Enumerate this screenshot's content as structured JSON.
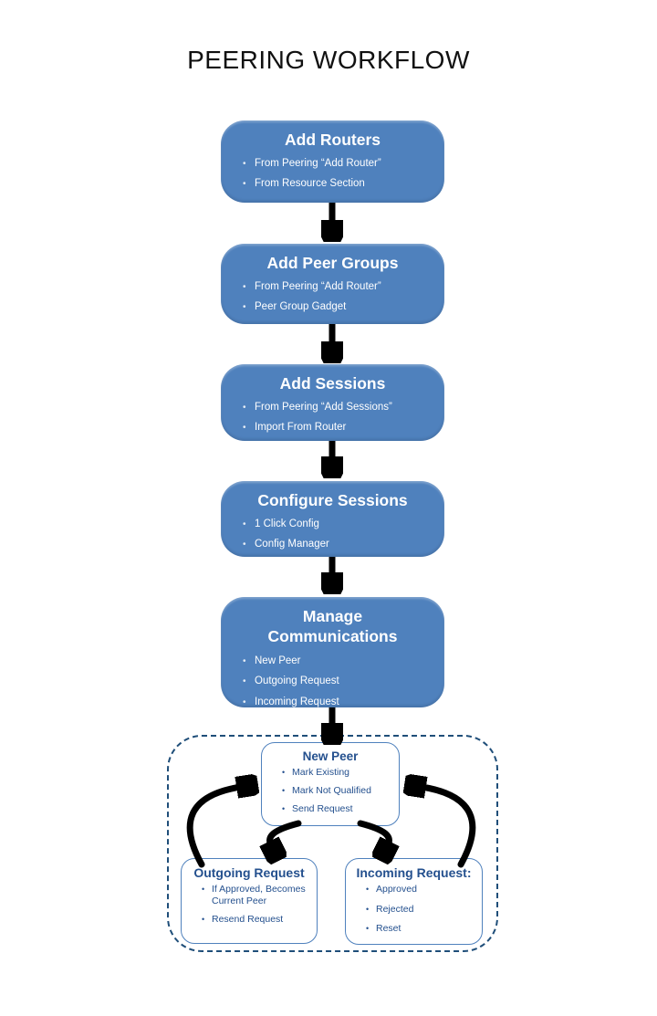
{
  "title": "PEERING WORKFLOW",
  "flow_steps": [
    {
      "title": "Add Routers",
      "bullets": [
        "From  Peering “Add Router”",
        "From Resource Section"
      ]
    },
    {
      "title": "Add Peer Groups",
      "bullets": [
        "From  Peering “Add Router”",
        "Peer Group Gadget"
      ]
    },
    {
      "title": "Add Sessions",
      "bullets": [
        "From  Peering “Add Sessions”",
        "Import  From Router"
      ]
    },
    {
      "title": "Configure Sessions",
      "bullets": [
        "1 Click Config",
        "Config Manager"
      ]
    },
    {
      "title": "Manage Communications",
      "bullets": [
        "New Peer",
        "Outgoing Request",
        "Incoming Request"
      ]
    }
  ],
  "communication_cycle": {
    "new_peer": {
      "title": "New Peer",
      "bullets": [
        "Mark Existing",
        "Mark Not Qualified",
        "Send Request"
      ]
    },
    "outgoing_request": {
      "title": "Outgoing Request",
      "bullets": [
        "If Approved, Becomes Current Peer",
        "Resend Request"
      ]
    },
    "incoming_request": {
      "title": "Incoming Request:",
      "bullets": [
        "Approved",
        "Rejected",
        "Reset"
      ]
    }
  },
  "colors": {
    "step_fill": "#4f81bd",
    "step_text": "#ffffff",
    "cycle_box_border": "#4f81bd",
    "cycle_text": "#24508e",
    "dashed_border": "#1f4e79",
    "arrow": "#000000",
    "title_text": "#111111"
  }
}
